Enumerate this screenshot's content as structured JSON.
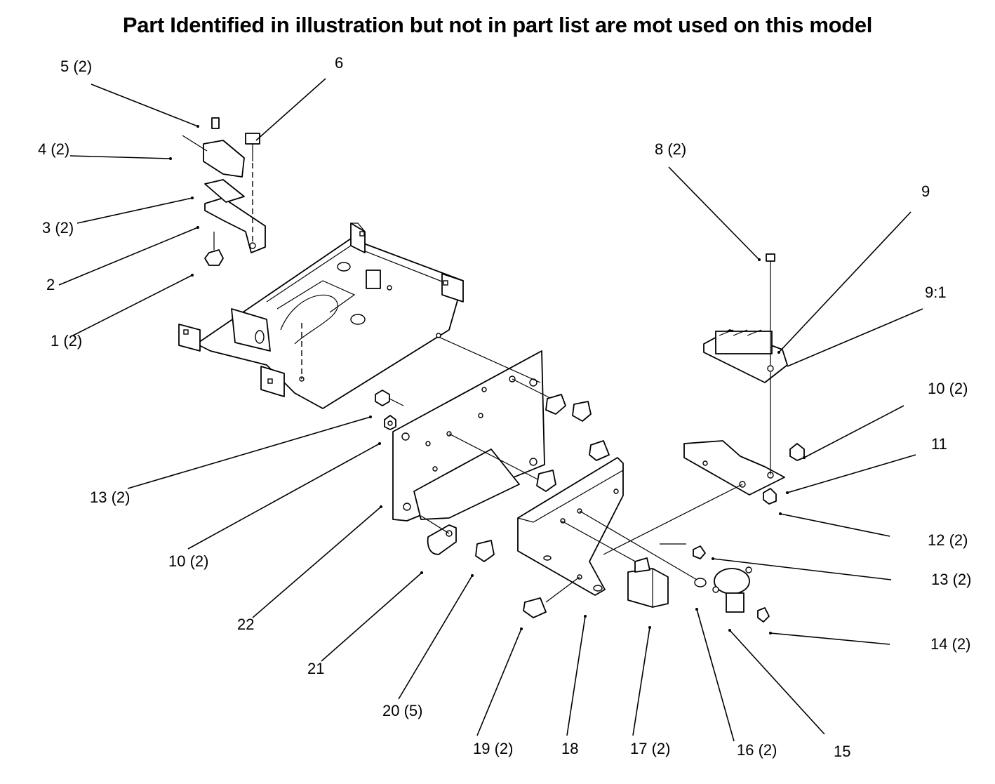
{
  "title": "Part Identified in illustration but not in part list are mot used on this model",
  "callouts": {
    "c1": "1 (2)",
    "c2": "2",
    "c3": "3 (2)",
    "c4": "4 (2)",
    "c5": "5 (2)",
    "c6": "6",
    "c8": "8 (2)",
    "c9": "9",
    "c9_1": "9:1",
    "c10r": "10 (2)",
    "c11": "11",
    "c12": "12 (2)",
    "c13r": "13 (2)",
    "c14": "14 (2)",
    "c15": "15",
    "c16": "16 (2)",
    "c17": "17 (2)",
    "c18": "18",
    "c19": "19 (2)",
    "c20": "20 (5)",
    "c21": "21",
    "c22": "22",
    "c10l": "10 (2)",
    "c13l": "13 (2)"
  }
}
